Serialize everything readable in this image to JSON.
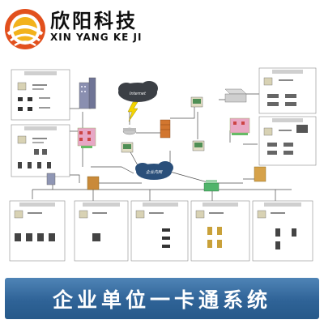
{
  "brand": {
    "name_cn": "欣阳科技",
    "name_en": "XIN YANG KE JI",
    "colors": {
      "sun_inner": "#f2b21c",
      "sun_outer": "#e2501d"
    }
  },
  "diagram": {
    "cloud_internet": "Internet",
    "cloud_intranet": "企业内网",
    "line_color": "#4c4c4c",
    "panel_border": "#8a8a8a"
  },
  "banner": {
    "text": "企业单位一卡通系统",
    "color": "#2f6397"
  }
}
